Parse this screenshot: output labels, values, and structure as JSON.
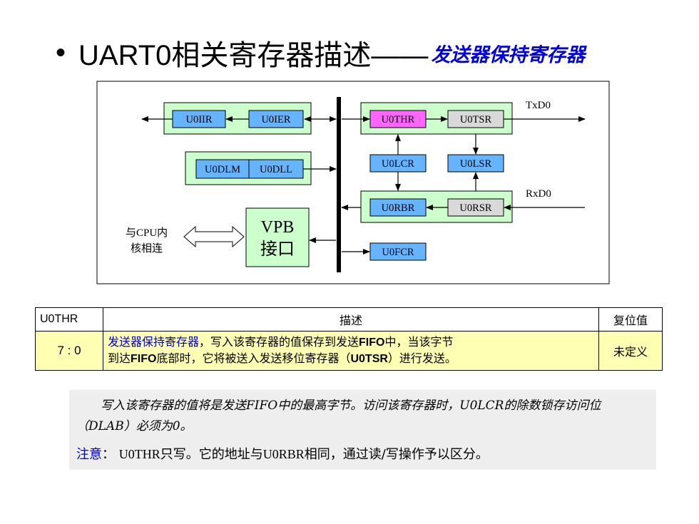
{
  "title": {
    "bullet": "•",
    "main": "UART0相关寄存器描述——",
    "sub": "发送器保持寄存器"
  },
  "diagram": {
    "registers": {
      "u0iir": "U0IIR",
      "u0ier": "U0IER",
      "u0dlm": "U0DLM",
      "u0dll": "U0DLL",
      "u0thr": "U0THR",
      "u0tsr": "U0TSR",
      "u0lcr": "U0LCR",
      "u0lsr": "U0LSR",
      "u0rbr": "U0RBR",
      "u0rsr": "U0RSR",
      "u0fcr": "U0FCR"
    },
    "vpb_line1": "VPB",
    "vpb_line2": "接口",
    "cpu_line1": "与CPU内",
    "cpu_line2": "核相连",
    "txd": "TxD0",
    "rxd": "RxD0",
    "colors": {
      "group_fill": "#ccffcc",
      "reg_blue": "#66b3ff",
      "reg_pink": "#ff66ff",
      "reg_gray": "#d9d9d9",
      "vpb_fill": "#ccffcc"
    }
  },
  "table": {
    "header": {
      "reg": "U0THR",
      "desc": "描述",
      "reset": "复位值"
    },
    "row": {
      "bits": "7 : 0",
      "desc_blue": "发送器保持寄存器",
      "desc_1": "，写入该寄存器的值保存到发送",
      "fifo_1": "FIFO",
      "desc_2": "中，当该字节",
      "desc_3": "到达",
      "fifo_2": "FIFO",
      "desc_4": "底部时，它将被送入发送移位寄存器（",
      "tsr": "U0TSR",
      "desc_5": "）进行发送。",
      "reset": "未定义"
    }
  },
  "note": {
    "para1": "写入该寄存器的值将是发送FIFO中的最高字节。访问该寄存器时，U0LCR的除数锁存访问位（DLAB）必须为0。",
    "note_label": "注意",
    "note_colon": "：",
    "para2_a": "U0THR",
    "para2_b": "只写。它的地址与",
    "para2_c": "U0RBR",
    "para2_d": "相同，通过读/写操作予以区分。"
  }
}
